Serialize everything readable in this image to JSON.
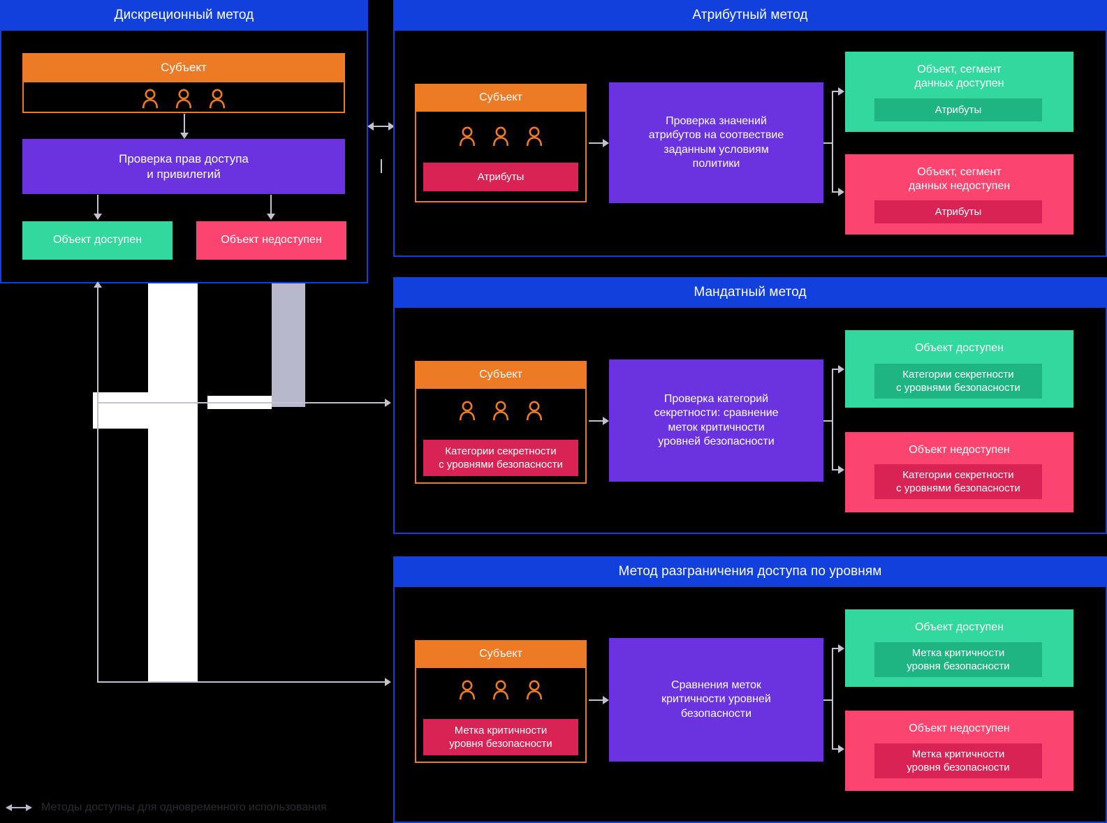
{
  "diagram": {
    "legend": {
      "icon": "double-arrow-horizontal-icon",
      "text": "Методы доступны для одновременного использования"
    },
    "colors": {
      "blue": "#1240DC",
      "orange": "#ED7B26",
      "purple": "#6B33E0",
      "green": "#33D89E",
      "green_inner": "#1FB583",
      "pink": "#FB4570",
      "pink_inner": "#D92354",
      "connector": "#C2C2D1",
      "background": "#000000",
      "legend_text": "#2B2B33"
    }
  },
  "panels": {
    "discretionary": {
      "title": "Дискреционный метод",
      "subject_label": "Субъект",
      "check_label": "Проверка прав доступа\nи привилегий",
      "check_line1": "Проверка прав доступа",
      "check_line2": "и привилегий",
      "allowed": "Объект доступен",
      "denied": "Объект недоступен",
      "people_count": 3
    },
    "attribute": {
      "title": "Атрибутный метод",
      "subject_label": "Субъект",
      "subject_tag": "Атрибуты",
      "check_line1": "Проверка значений",
      "check_line2": "атрибутов на соотвествие",
      "check_line3": "заданным условиям",
      "check_line4": "политики",
      "allowed_line1": "Объект, сегмент",
      "allowed_line2": "данных доступен",
      "allowed_tag": "Атрибуты",
      "denied_line1": "Объект, сегмент",
      "denied_line2": "данных недоступен",
      "denied_tag": "Атрибуты",
      "people_count": 3
    },
    "mandatory": {
      "title": "Мандатный метод",
      "subject_label": "Субъект",
      "subject_tag_line1": "Категории секретности",
      "subject_tag_line2": "с уровнями безопасности",
      "check_line1": "Проверка категорий",
      "check_line2": "секретности: сравнение",
      "check_line3": "меток критичности",
      "check_line4": "уровней безопасности",
      "allowed": "Объект доступен",
      "allowed_tag_line1": "Категории секретности",
      "allowed_tag_line2": "с уровнями безопасности",
      "denied": "Объект недоступен",
      "denied_tag_line1": "Категории секретности",
      "denied_tag_line2": "с уровнями безопасности",
      "people_count": 3
    },
    "levels": {
      "title": "Метод разграничения доступа по уровням",
      "subject_label": "Субъект",
      "subject_tag_line1": "Метка критичности",
      "subject_tag_line2": "уровня безопасности",
      "check_line1": "Сравнения меток",
      "check_line2": "критичности уровней",
      "check_line3": "безопасности",
      "allowed": "Объект доступен",
      "allowed_tag_line1": "Метка критичности",
      "allowed_tag_line2": "уровня безопасности",
      "denied": "Объект недоступен",
      "denied_tag_line1": "Метка критичности",
      "denied_tag_line2": "уровня безопасности",
      "people_count": 3
    }
  }
}
